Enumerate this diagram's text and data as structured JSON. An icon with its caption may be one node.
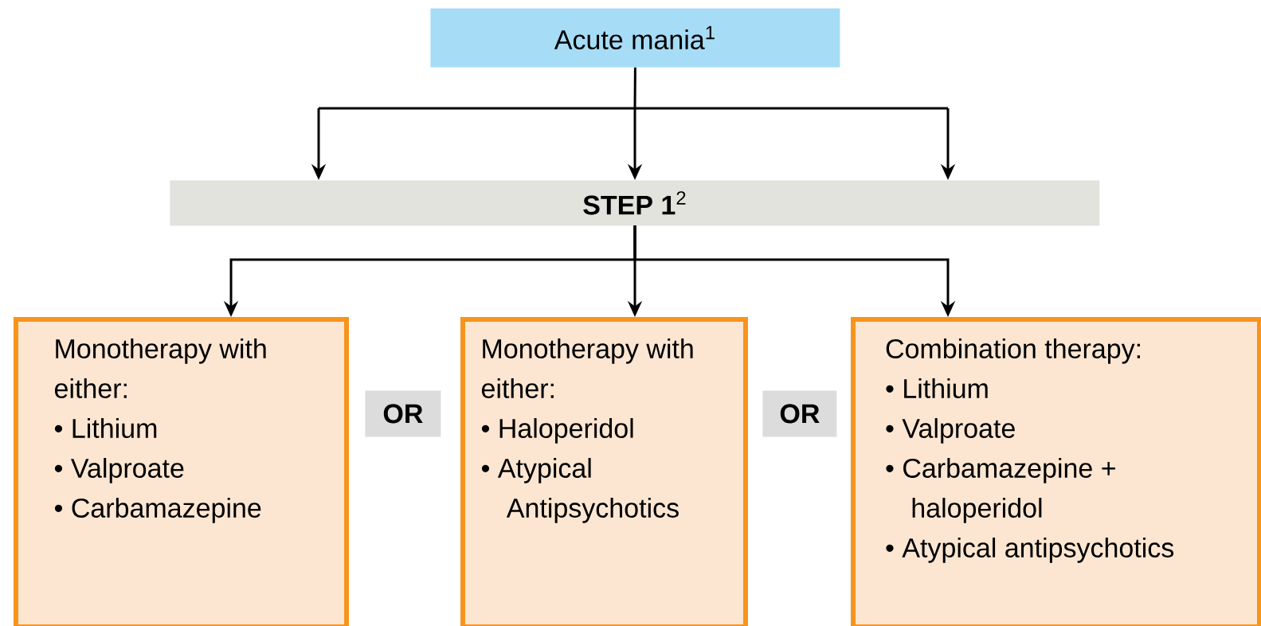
{
  "diagram": {
    "nodes": [
      {
        "text": [
          "Acute mania$^{1}$"
        ]
      },
      {
        "text": [
          "**STEP 1**$^{2}$"
        ]
      },
      {
        "text": [
          "Monotherapy with either:",
          "• Lithium",
          "• Valproate",
          "• Carbamazepine"
        ]
      },
      {
        "text": [
          "OR"
        ]
      },
      {
        "text": [
          "Monotherapy with either:",
          "• Haloperidol",
          "• Atypical Antipsychotics"
        ]
      },
      {
        "text": [
          "OR"
        ]
      },
      {
        "text": [
          "Combination therapy:",
          "• Lithium",
          "• Valproate",
          "• Carbamazepine + haloperidol",
          "• Atypical antipsychotics"
        ]
      }
    ],
    "edges": [
      {
        "from": 0,
        "to": 1,
        "arrow": "to"
      },
      {
        "from": 1,
        "to": 2,
        "arrow": "to"
      },
      {
        "from": 1,
        "to": 4,
        "arrow": "to"
      },
      {
        "from": 1,
        "to": 6,
        "arrow": "to"
      }
    ]
  }
}
